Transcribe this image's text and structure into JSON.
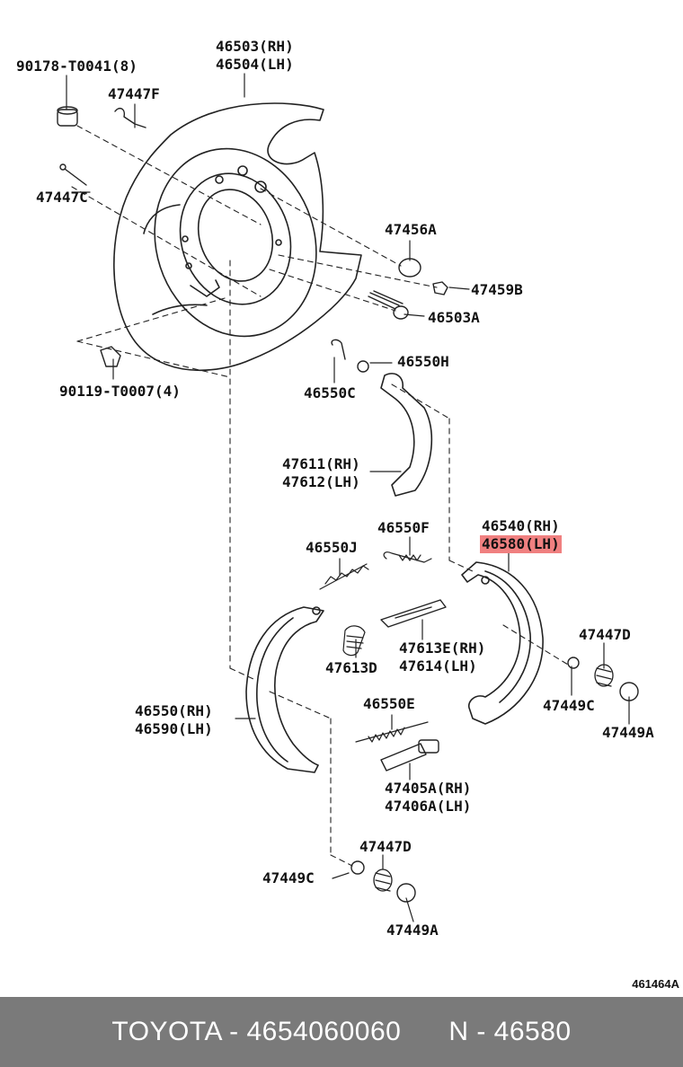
{
  "labels": {
    "l1": [
      "90178-T0041(8)"
    ],
    "l2": [
      "46503(RH)",
      "46504(LH)"
    ],
    "l3": [
      "47447F"
    ],
    "l4": [
      "47447C"
    ],
    "l5": [
      "47456A"
    ],
    "l6": [
      "47459B"
    ],
    "l7": [
      "46503A"
    ],
    "l8": [
      "90119-T0007(4)"
    ],
    "l9": [
      "46550H"
    ],
    "l10": [
      "46550C"
    ],
    "l11": [
      "47611(RH)",
      "47612(LH)"
    ],
    "l12": [
      "46550F"
    ],
    "l13": [
      "46540(RH)"
    ],
    "l14": [
      "46580(LH)"
    ],
    "l15": [
      "46550J"
    ],
    "l16": [
      "47613E(RH)",
      "47614(LH)"
    ],
    "l17": [
      "47613D"
    ],
    "l18": [
      "47447D"
    ],
    "l19": [
      "47449C"
    ],
    "l20": [
      "47449A"
    ],
    "l21": [
      "46550(RH)",
      "46590(LH)"
    ],
    "l22": [
      "46550E"
    ],
    "l23": [
      "47405A(RH)",
      "47406A(LH)"
    ],
    "l24": [
      "47447D"
    ],
    "l25": [
      "47449C"
    ],
    "l26": [
      "47449A"
    ]
  },
  "diagram_id": "461464A",
  "footer": {
    "text": "TOYOTA - 4654060060      N - 46580"
  },
  "highlight_color": "#f08080"
}
